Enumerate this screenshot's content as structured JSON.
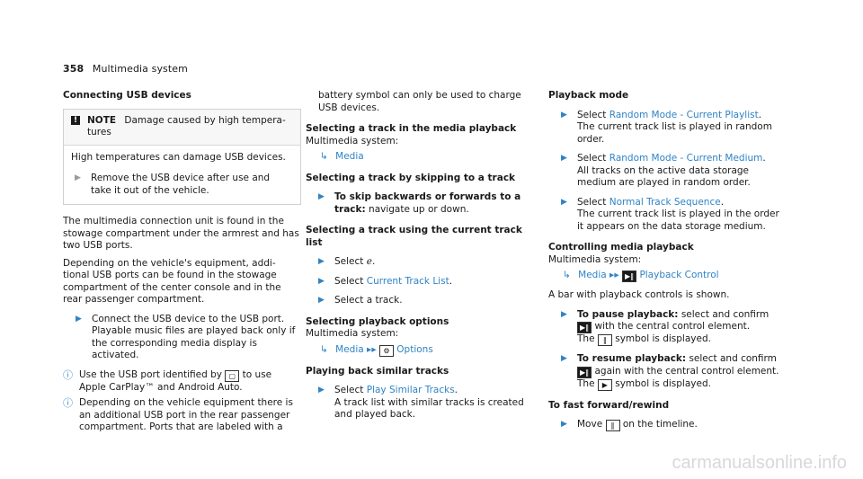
{
  "header": {
    "page_number": "358",
    "section": "Multimedia system"
  },
  "col1": {
    "heading": "Connecting USB devices",
    "note_label": "NOTE",
    "note_title": "Damage caused by high tempera-tures",
    "note_text": "High temperatures can damage USB devices.",
    "note_step": "Remove the USB device after use and take it out of the vehicle.",
    "para1": "The multimedia connection unit is found in the stowage compartment under the armrest and has two USB ports.",
    "para2": "Depending on the vehicle's equipment, addi-tional USB ports can be found in the stowage compartment of the center console and in the rear passenger compartment.",
    "step1": "Connect the USB device to the USB port. Playable music files are played back only if the corresponding media display is activated.",
    "info1_a": "Use the USB port identified by",
    "info1_b": "to use Apple CarPlay™ and Android Auto.",
    "info2": "Depending on the vehicle equipment there is an additional USB port in the rear passenger compartment. Ports that are labeled with a"
  },
  "col2": {
    "cont": "battery symbol can only be used to charge USB devices.",
    "h1": "Selecting a track in the media playback",
    "h1_sub": "Multimedia system:",
    "h1_path": "Media",
    "h2": "Selecting a track by skipping to a track",
    "h2_step_bold": "To skip backwards or forwards to a track:",
    "h2_step_rest": "navigate up or down.",
    "h3": "Selecting a track using the current track list",
    "h3_step1_pre": "Select",
    "h3_step1_icon": "ℯ",
    "h3_step2_pre": "Select",
    "h3_step2_link": "Current Track List",
    "h3_step3": "Select a track.",
    "h4": "Selecting playback options",
    "h4_sub": "Multimedia system:",
    "h4_path1": "Media",
    "h4_path2": "Options",
    "h5": "Playing back similar tracks",
    "h5_step_pre": "Select",
    "h5_step_link": "Play Similar Tracks",
    "h5_step_rest": "A track list with similar tracks is created and played back."
  },
  "col3": {
    "h1": "Playback mode",
    "s1_link": "Random Mode - Current Playlist",
    "s1_rest": "The current track list is played in random order.",
    "s2_link": "Random Mode - Current Medium",
    "s2_rest": "All tracks on the active data storage medium are played in random order.",
    "s3_link": "Normal Track Sequence",
    "s3_rest": "The current track list is played in the order it appears on the data storage medium.",
    "select": "Select",
    "h2": "Controlling media playback",
    "h2_sub": "Multimedia system:",
    "h2_path1": "Media",
    "h2_path2": "Playback Control",
    "h2_desc": "A bar with playback controls is shown.",
    "pause_bold": "To pause playback:",
    "pause_rest": "select and confirm",
    "pause_rest2": "with the central control element.",
    "pause_rest3_a": "The",
    "pause_rest3_b": "symbol is displayed.",
    "resume_bold": "To resume playback:",
    "resume_rest": "select and confirm",
    "resume_rest2": "again with the central control element.",
    "resume_rest3_a": "The",
    "resume_rest3_b": "symbol is displayed.",
    "h3": "To fast forward/rewind",
    "move_a": "Move",
    "move_b": "on the timeline."
  },
  "watermark": "carmanualsonline.info",
  "colors": {
    "accent": "#2f83c5",
    "text": "#1a1a1a"
  }
}
